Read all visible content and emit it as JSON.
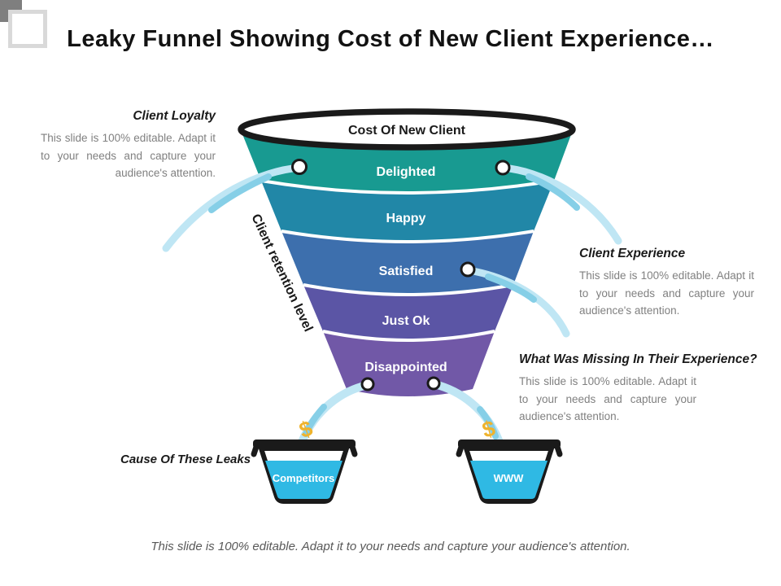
{
  "slide": {
    "title": "Leaky Funnel Showing Cost of New Client Experience…",
    "footer": "This slide is 100% editable. Adapt it to your needs and capture your audience's attention."
  },
  "funnel": {
    "rim_label": "Cost Of New Client",
    "axis_label": "Client retention level",
    "levels": [
      {
        "label": "Delighted",
        "color": "#189a91"
      },
      {
        "label": "Happy",
        "color": "#2187a7"
      },
      {
        "label": "Satisfied",
        "color": "#3d6fad"
      },
      {
        "label": "Just Ok",
        "color": "#5b55a5"
      },
      {
        "label": "Disappointed",
        "color": "#7158a7"
      }
    ]
  },
  "annotations": {
    "client_loyalty": {
      "title": "Client Loyalty",
      "body": "This slide is 100% editable. Adapt it to your needs and capture your audience's attention."
    },
    "client_experience": {
      "title": "Client Experience",
      "body": "This slide is 100% editable. Adapt it to your needs and capture your audience's attention."
    },
    "missing_experience": {
      "title": "What Was Missing In Their Experience?",
      "body": "This slide is 100% editable. Adapt it to your needs and capture your audience's attention."
    },
    "leaks_label": "Cause Of These Leaks"
  },
  "buckets": [
    {
      "label": "Competitors",
      "currency": "$"
    },
    {
      "label": "WWW",
      "currency": "$"
    }
  ],
  "colors": {
    "rim_stroke": "#1a1a1a",
    "stream_light": "#bfe6f4",
    "stream_dark": "#86cfe7",
    "water": "#2fb9e4",
    "dollar_gold": "#efb32c",
    "bucket_stroke": "#1a1a1a"
  }
}
